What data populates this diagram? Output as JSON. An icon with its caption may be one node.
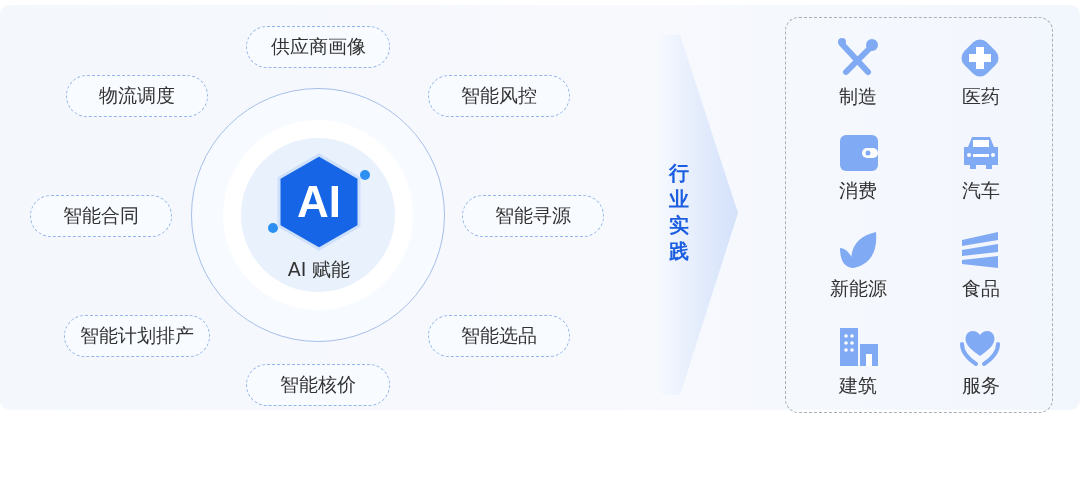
{
  "diagram": {
    "nodes": [
      {
        "text": [
          "AI 赋能"
        ]
      },
      {
        "text": [
          "AI"
        ],
        "in": 0
      },
      {
        "text": [
          "供应商画像"
        ]
      },
      {
        "text": [
          "物流调度"
        ]
      },
      {
        "text": [
          "智能风控"
        ]
      },
      {
        "text": [
          "智能合同"
        ]
      },
      {
        "text": [
          "智能寻源"
        ]
      },
      {
        "text": [
          "智能计划排产"
        ]
      },
      {
        "text": [
          "智能选品"
        ]
      },
      {
        "text": [
          "智能核价"
        ]
      },
      {
        "text": [
          "行业实践"
        ]
      },
      {
        "text": [],
        "shape": "box"
      },
      {
        "text": [
          "制造"
        ],
        "in": 11
      },
      {
        "text": [
          "医药"
        ],
        "in": 11
      },
      {
        "text": [
          "消费"
        ],
        "in": 11
      },
      {
        "text": [
          "汽车"
        ],
        "in": 11
      },
      {
        "text": [
          "新能源"
        ],
        "in": 11
      },
      {
        "text": [
          "食品"
        ],
        "in": 11
      },
      {
        "text": [
          "建筑"
        ],
        "in": 11
      },
      {
        "text": [
          "服务"
        ],
        "in": 11
      }
    ]
  }
}
